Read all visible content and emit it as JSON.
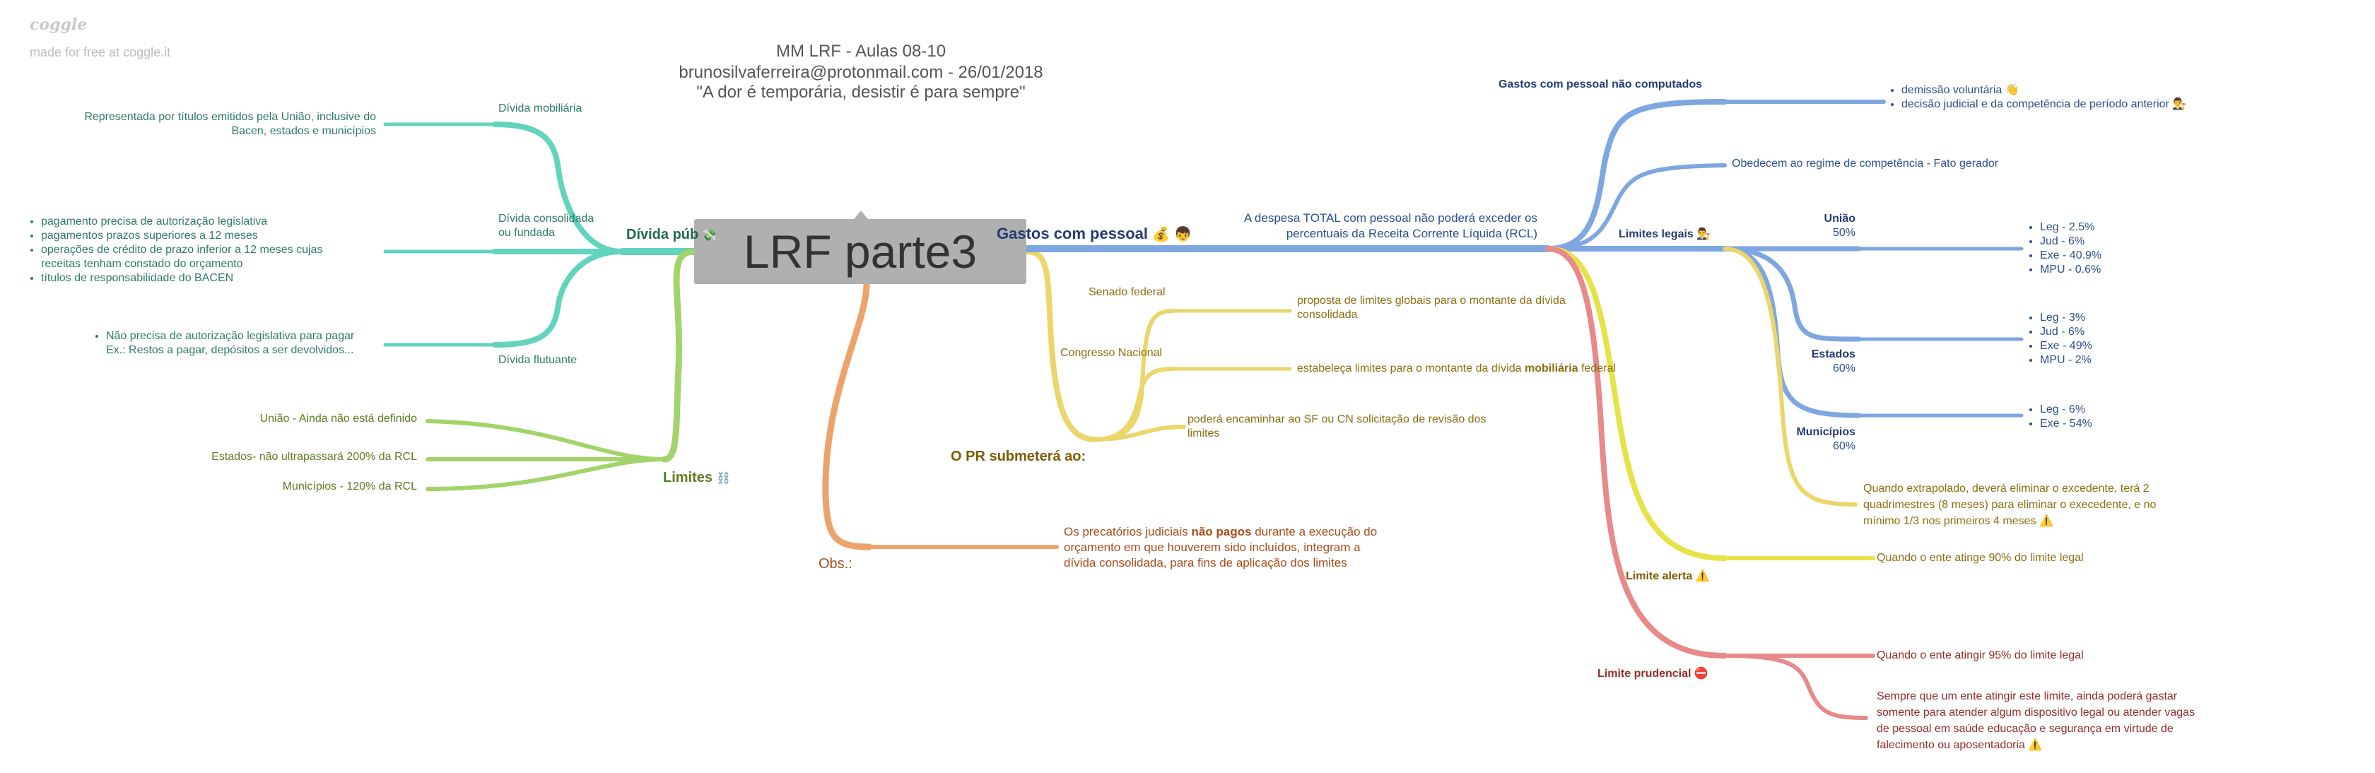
{
  "branding": {
    "logo": "coggle",
    "made_with": "made for free at coggle.it"
  },
  "header": {
    "line1": "MM LRF - Aulas 08-10",
    "line2": "brunosilvaferreira@protonmail.com - 26/01/2018",
    "line3": "\"A dor é temporária, desistir é para sempre\""
  },
  "central_topic": "LRF parte3",
  "colors": {
    "teal": "#62d4bd",
    "green": "#a3d46c",
    "yellow": "#ead66a",
    "bright_yellow": "#e6e34a",
    "orange": "#eda36c",
    "blue": "#7ea6e0",
    "red": "#e8898a",
    "center_box": "#b0b0b0"
  },
  "divida": {
    "label": "Dívida púb",
    "icon": "money-with-wings",
    "mobiliaria": {
      "label": "Dívida mobiliária",
      "desc": [
        "Representada por títulos emitidos pela União, inclusive do",
        "Bacen, estados e municípios"
      ]
    },
    "consolidada": {
      "label": [
        "Dívida consolidada",
        "ou fundada"
      ],
      "items": [
        "pagamento precisa de autorização legislativa",
        "pagamentos prazos superiores a 12 meses",
        "operações de crédito de prazo inferior a 12 meses cujas",
        "receitas tenham constado do orçamento",
        "títulos de responsabilidade do BACEN"
      ]
    },
    "flutuante": {
      "label": "Dívida flutuante",
      "items": [
        "Não precisa de autorização legislativa para pagar",
        "Ex.: Restos a pagar, depósitos a ser devolvidos..."
      ]
    }
  },
  "limites": {
    "label": "Limites",
    "items": [
      "União - Ainda não está definido",
      "Estados- não ultrapassará 200% da RCL",
      "Municípios - 120% da RCL"
    ]
  },
  "obs": {
    "label": "Obs.:",
    "text": {
      "l1": "Os precatórios judiciais ",
      "l1b": "não pagos",
      "l1c": " durante a execução do",
      "l2": "orçamento em que houverem sido incluídos, integram a",
      "l3": "dívida consolidada, para fins de aplicação dos limites"
    }
  },
  "pr": {
    "label": "O PR submeterá ao:",
    "senado": {
      "label": "Senado federal",
      "text": [
        "proposta de limites globais para o montante da dívida",
        "consolidada"
      ]
    },
    "congresso": {
      "label": "Congresso Nacional",
      "text_a": "estabeleça limites para o montante da dívida ",
      "text_b": "mobiliária",
      "text_c": " federal"
    },
    "revisao": [
      "poderá encaminhar ao SF ou CN solicitação de revisão dos",
      "limites"
    ]
  },
  "gastos": {
    "label": "Gastos com pessoal",
    "despesa": [
      "A despesa TOTAL com pessoal não poderá exceder os",
      "percentuais da Receita Corrente Líquida (RCL)"
    ],
    "nao_computados": {
      "label": "Gastos com pessoal não computados",
      "items": [
        "demissão voluntária",
        "decisão judicial e da competência de período anterior"
      ]
    },
    "competencia": "Obedecem ao regime de competência - Fato gerador",
    "limites_legais": {
      "label": "Limites legais",
      "uniao": {
        "label": "União",
        "pct": "50%",
        "items": [
          "Leg - 2.5%",
          "Jud - 6%",
          "Exe - 40.9%",
          "MPU - 0.6%"
        ]
      },
      "estados": {
        "label": "Estados",
        "pct": "60%",
        "items": [
          "Leg - 3%",
          "Jud - 6%",
          "Exe - 49%",
          "MPU - 2%"
        ]
      },
      "municipios": {
        "label": "Municípios",
        "pct": "60%",
        "items": [
          "Leg - 6%",
          "Exe - 54%"
        ]
      },
      "excedente": [
        "Quando extrapolado, deverá eliminar o excedente, terá 2",
        "quadrimestres (8 meses) para eliminar o execedente, e no",
        "mínimo 1/3 nos primeiros 4 meses"
      ]
    },
    "alerta": {
      "label": "Limite alerta",
      "text": "Quando o ente atinge 90% do limite legal"
    },
    "prudencial": {
      "label": "Limite prudencial",
      "text1": "Quando o ente atingir 95% do limite legal",
      "text2": [
        "Sempre que um ente atingir este limite, ainda poderá gastar",
        "somente para atender algum dispositivo legal ou atender vagas",
        "de pessoal em saúde educação e segurança em virtude de",
        "falecimento ou aposentadoria"
      ]
    }
  }
}
